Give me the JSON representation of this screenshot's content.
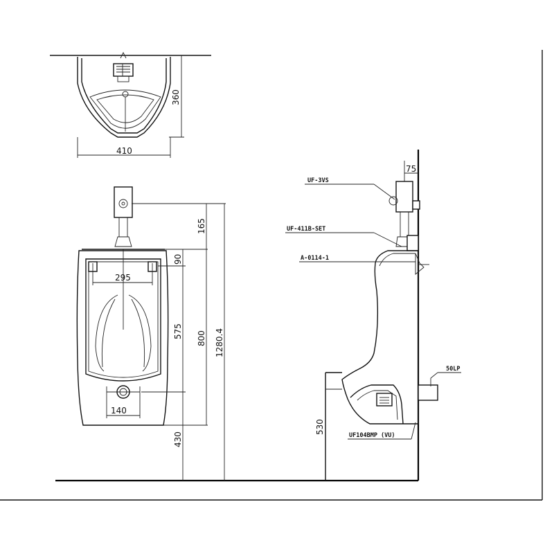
{
  "top_view": {
    "width_dim": "410",
    "depth_dim": "360"
  },
  "front_view": {
    "flush_height_dim": "165",
    "upper_dim": "90",
    "hole_spacing_dim": "295",
    "body_dim": "575",
    "overall_body_dim": "800",
    "overall_height_dim": "1280.4",
    "outlet_spacing_dim": "140",
    "floor_to_outlet_dim": "430"
  },
  "side_view": {
    "offset_dim": "75",
    "labels": {
      "flush_valve": "UF-3VS",
      "spud_set": "UF-411B-SET",
      "hanger": "A-0114-1",
      "drain": "50LP",
      "trap": "UF104BMP (VU)"
    },
    "floor_to_trap_dim": "530"
  }
}
